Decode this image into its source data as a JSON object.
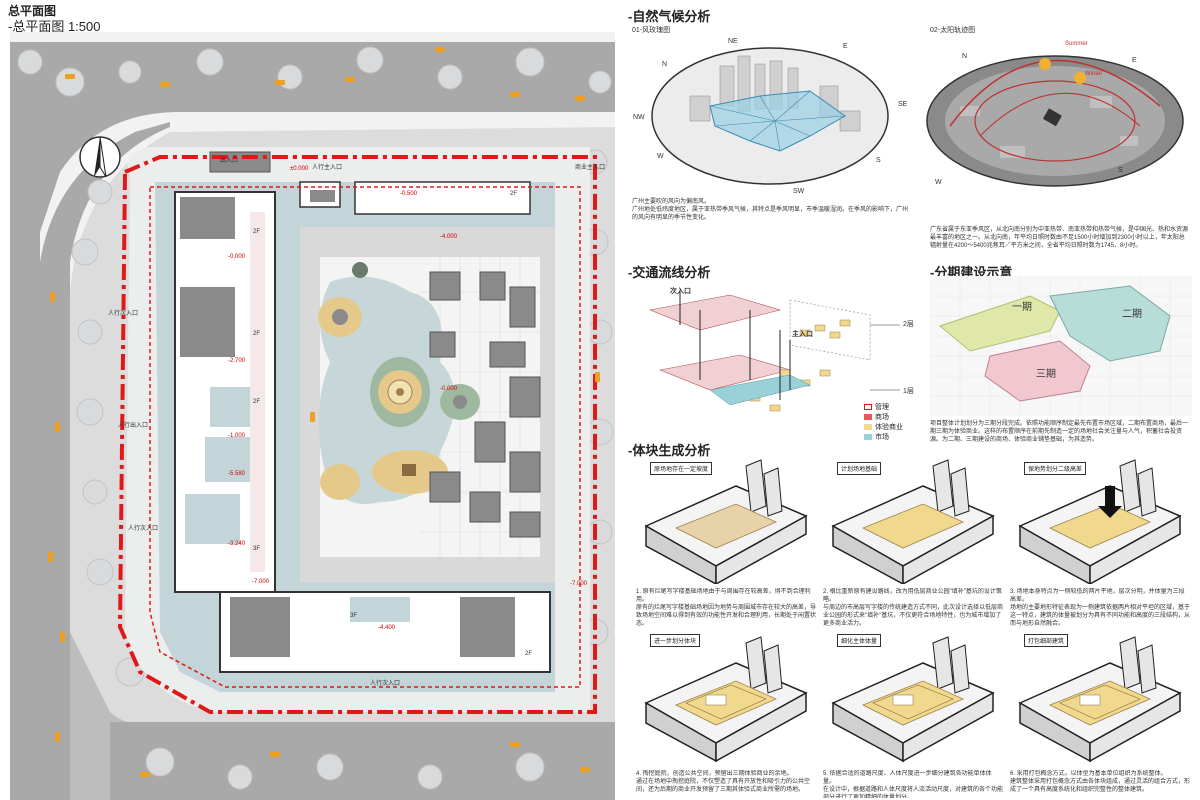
{
  "header": {
    "title": "总平面图",
    "subtitle": "-总平面图 1:500"
  },
  "site_plan": {
    "entrances": {
      "vehicle_entry": "出入口",
      "person_entry_top": "人行主入口",
      "shop_entry": "商业主入口",
      "side_entry_1": "人行次入口",
      "side_entry_2": "人行出入口",
      "side_entry_3": "人行次入口",
      "bottom_entry": "人行次入口"
    },
    "elevations": [
      "±0.000",
      "-0.500",
      "-4.000",
      "-2.700",
      "-1.000",
      "-5.580",
      "-3.240",
      "-7.000",
      "-4.400",
      "-0.000",
      "-0.000",
      "-7.000"
    ],
    "floor_labels": [
      "2F",
      "2F",
      "2F",
      "3F",
      "3F",
      "2F",
      "2F"
    ],
    "colors": {
      "road": "#a9a9a9",
      "water": "#c3d5d8",
      "building": "#ffffff",
      "roof": "#8a8a8a",
      "red_line": "#e01818",
      "sand": "#e4c98b",
      "grass": "#9fb8a0"
    }
  },
  "climate": {
    "title": "-自然气候分析",
    "wind": {
      "label": "01-风玫瑰图",
      "directions": [
        "N",
        "NE",
        "E",
        "SE",
        "S",
        "SW",
        "W",
        "NW"
      ],
      "text": "广州主要吹的风向为偏南风。\n广州地处低纬度地区，属于亚热带季风气候，其特点是季风明显，市季温暖湿润。在季风的影响下，广州的风向有明显的季节性变化。"
    },
    "sun": {
      "label": "02-太阳轨迹图",
      "directions": [
        "N",
        "E",
        "S",
        "W"
      ],
      "path_labels": [
        "Summer",
        "Winter"
      ],
      "text": "广东省属于东亚季风区，从北向南分别为中亚热带、南亚热带和热带气候，是中国光、热和水资源最丰富的地区之一。从北向南，年平均日照时数由不足1500小时增加到2300小时以上，年太阳总辐射量在4200～5400兆焦耳／平方米之间，全省平均日照时数为1745．8小时。"
    }
  },
  "traffic": {
    "title": "-交通流线分析",
    "labels": {
      "secondary_entry": "次入口",
      "main_entry": "主入口",
      "floor2": "2层",
      "floor1": "1层"
    },
    "legend": [
      {
        "name": "管理",
        "color": "#ffffff"
      },
      {
        "name": "商场",
        "color": "#e05a5a"
      },
      {
        "name": "体验商业",
        "color": "#f0d98c"
      },
      {
        "name": "市场",
        "color": "#9ad0d8"
      }
    ]
  },
  "phases": {
    "title": "-分期建设示意",
    "labels": [
      "一期",
      "二期",
      "三期"
    ],
    "text": "项目整体计划划分为三期分段完成。依照功能顺序制定最先布置市场区域，二期布置商场，最后一期三期为体验商业。这样的布置顺序在前期先制造一定的场地社会关注量与人气，积蓄社会投资源。为二期、三期建设的商场、体验商业铺垫基础，为其造势。"
  },
  "massing": {
    "title": "-体块生成分析",
    "steps": [
      {
        "tag": "原场地存在一定坡度",
        "text": "1. 原有烂尾写字楼基础场地由于与周围存在较高差，得不到合理利用。\n原有的烂尾写字楼基础场地因为地势与周围城市存在较大的高差，导致场地空间难以得到有效的功能性开发和合理利用，长期处于闲置状态。"
      },
      {
        "tag": "计划场地基础",
        "text": "2. 根比重新原有建设路线，改为用低层商业公园\"填补\"基坑的设计策略。\n与周边的市高层写字楼的传统建造方式不同，此次设计选择以低层商业公园的形式来\"填补\"基坑，不仅更符合场地特性，也为城市增加了更多商业活力。"
      },
      {
        "tag": "保地势划分二级高差",
        "text": "3. 场地本身特点为一侧较低的两片平地，层次分明，并体量为三段高差。\n场地的主要地形特征表现为一侧建筑依据两片相对平坦的区域，基于这一特点，建筑的体量被划分为具有不同功能和高度的三段结构，从而与地形自然融合。"
      },
      {
        "tag": "进一步划分体块",
        "text": "4. 掏挖庭院，创造公共空间，预留出三期体验商业的余地。\n通过在场地中掏挖庭院，不仅塑造了具有开放性和吸引力的公共空间，还为后期的商业开发预留了三期其体验式商业所需的场地。"
      },
      {
        "tag": "细化主体体量",
        "text": "5. 依据合适的道路尺度、人体尺度进一步细分建筑各功能单体体量。\n在设计中，根据道路和人体尺度将人流活动尺度，对建筑的各个功能部分进行了更加精细的体量划分。"
      },
      {
        "tag": "打包细部建筑",
        "text": "6. 采用打包概念方式，以体型为基本单位组织为系统整体。\n建筑整体采用打包概念方式由各体块组成，通过灵活的组合方式，形成了一个具有高度系统化和组织完整性的整体建筑。"
      }
    ]
  }
}
